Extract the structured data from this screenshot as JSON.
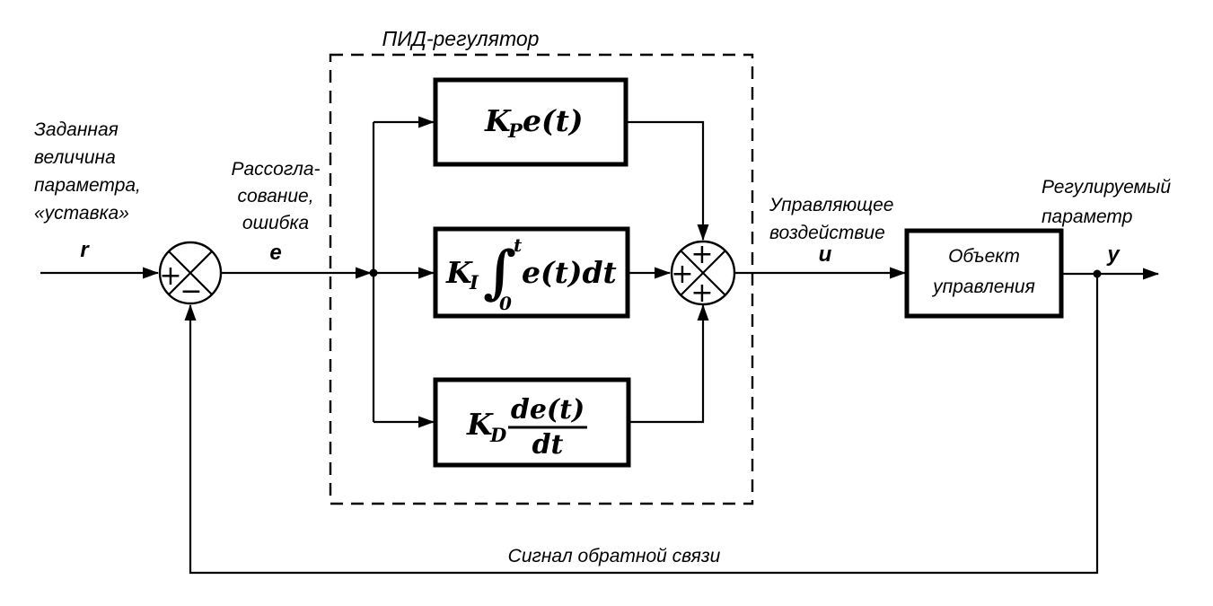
{
  "diagram": {
    "title": "ПИД-регулятор",
    "setpoint_label": {
      "line1": "Заданная",
      "line2": "величина",
      "line3": "параметра,",
      "line4": "«уставка»"
    },
    "setpoint_symbol": "r",
    "error_label": {
      "line1": "Рассогла-",
      "line2": "сование,",
      "line3": "ошибка"
    },
    "error_symbol": "e",
    "control_label": {
      "line1": "Управляющее",
      "line2": "воздействие"
    },
    "control_symbol": "u",
    "output_label": {
      "line1": "Регулируемый",
      "line2": "параметр"
    },
    "output_symbol": "y",
    "feedback_label": "Сигнал обратной связи",
    "blocks": {
      "proportional": {
        "coef": "K",
        "sub": "P",
        "expr": "e(t)"
      },
      "integral": {
        "coef": "K",
        "sub": "I",
        "sign": "∫",
        "upper": "t",
        "lower": "0",
        "expr": "e(t)dt"
      },
      "derivative": {
        "coef": "K",
        "sub": "D",
        "num": "de(t)",
        "den": "dt"
      },
      "plant": {
        "line1": "Объект",
        "line2": "управления"
      }
    },
    "error_junction": {
      "plus": "+",
      "minus": "−"
    },
    "sum_junction": {
      "plus_top": "+",
      "plus_left": "+",
      "plus_bottom": "+"
    },
    "colors": {
      "ink": "#000000",
      "background": "#ffffff"
    }
  }
}
